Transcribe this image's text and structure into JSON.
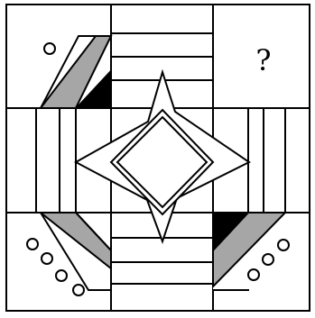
{
  "puzzle": {
    "missing_cell_label": "?",
    "cells": {
      "top_left": {
        "circle_count": 1
      },
      "bottom_left": {
        "circle_count": 4
      },
      "bottom_right": {
        "circle_count": 3
      },
      "top_right": {
        "circle_count": null
      }
    }
  },
  "colors": {
    "line": "#000000",
    "gray_fill": "#a6a6a6",
    "black_fill": "#000000",
    "background": "#ffffff"
  }
}
